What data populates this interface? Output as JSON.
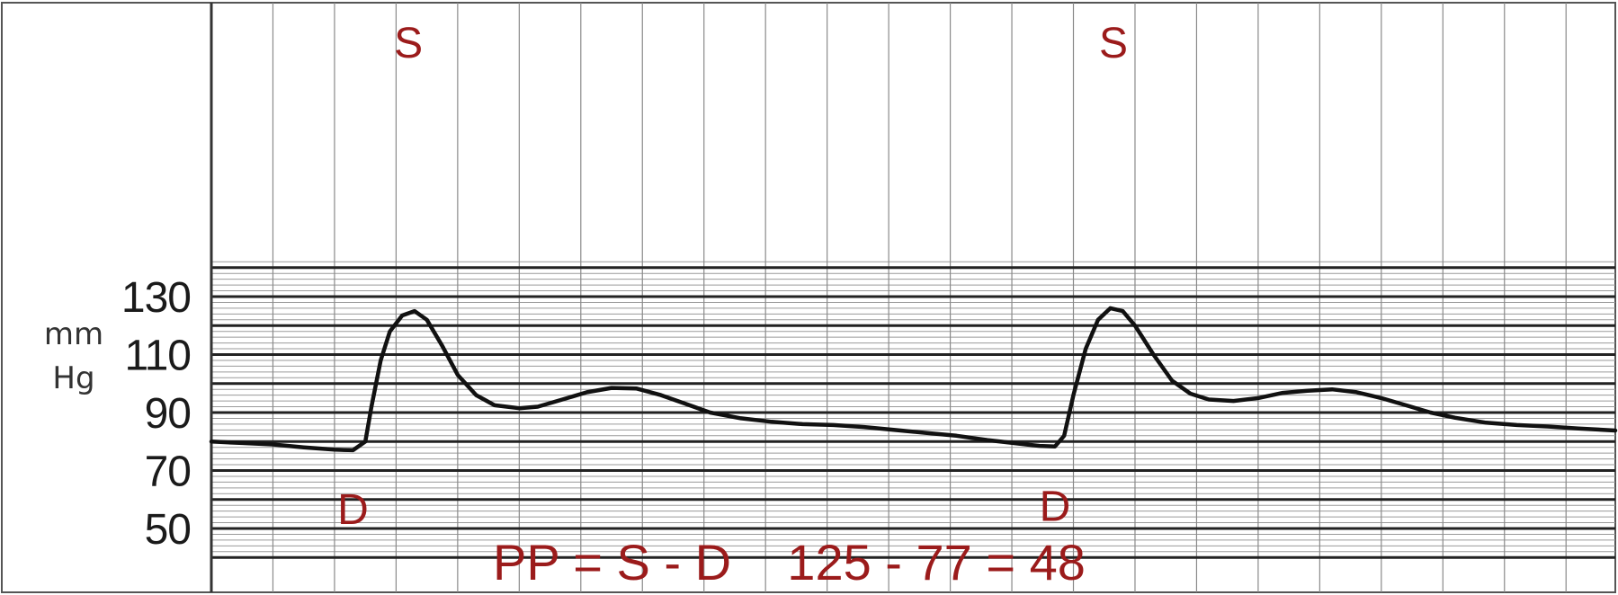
{
  "chart_data": {
    "type": "line",
    "title": "",
    "xlabel": "",
    "ylabel": "mm Hg",
    "ylabel_lines": [
      "mm",
      "Hg"
    ],
    "ylim": [
      40,
      140
    ],
    "yticks": [
      50,
      70,
      90,
      110,
      130
    ],
    "ytick_labels": [
      "130",
      "110",
      "90",
      "70",
      "50"
    ],
    "grid": true,
    "line_color": "#111111",
    "grid_color": "#222222",
    "annotation_color": "#9b1b1b",
    "series": [
      {
        "values": [
          [
            0.0,
            80.0
          ],
          [
            0.5,
            79.5
          ],
          [
            1.0,
            79.0
          ],
          [
            1.5,
            78.0
          ],
          [
            2.0,
            77.2
          ],
          [
            2.3,
            77.0
          ],
          [
            2.5,
            80.0
          ],
          [
            2.6,
            92.0
          ],
          [
            2.75,
            108.0
          ],
          [
            2.9,
            118.0
          ],
          [
            3.1,
            123.5
          ],
          [
            3.3,
            125.0
          ],
          [
            3.5,
            122.0
          ],
          [
            3.75,
            113.0
          ],
          [
            4.0,
            103.0
          ],
          [
            4.3,
            96.0
          ],
          [
            4.6,
            92.5
          ],
          [
            5.0,
            91.5
          ],
          [
            5.3,
            92.0
          ],
          [
            5.7,
            94.5
          ],
          [
            6.1,
            97.0
          ],
          [
            6.5,
            98.5
          ],
          [
            6.9,
            98.3
          ],
          [
            7.3,
            96.0
          ],
          [
            7.7,
            93.0
          ],
          [
            8.1,
            90.0
          ],
          [
            8.6,
            88.0
          ],
          [
            9.1,
            86.8
          ],
          [
            9.6,
            86.0
          ],
          [
            10.1,
            85.7
          ],
          [
            10.6,
            85.0
          ],
          [
            11.1,
            84.0
          ],
          [
            11.6,
            83.0
          ],
          [
            12.1,
            82.0
          ],
          [
            12.6,
            80.5
          ],
          [
            13.1,
            79.3
          ],
          [
            13.45,
            78.5
          ],
          [
            13.7,
            78.3
          ],
          [
            13.85,
            82.0
          ],
          [
            14.0,
            96.0
          ],
          [
            14.2,
            112.0
          ],
          [
            14.4,
            122.0
          ],
          [
            14.6,
            126.0
          ],
          [
            14.8,
            125.0
          ],
          [
            15.0,
            120.0
          ],
          [
            15.3,
            110.0
          ],
          [
            15.6,
            101.0
          ],
          [
            15.9,
            96.5
          ],
          [
            16.2,
            94.5
          ],
          [
            16.6,
            94.0
          ],
          [
            17.0,
            95.0
          ],
          [
            17.4,
            96.8
          ],
          [
            17.8,
            97.5
          ],
          [
            18.2,
            98.0
          ],
          [
            18.6,
            97.0
          ],
          [
            19.0,
            95.0
          ],
          [
            19.4,
            92.5
          ],
          [
            19.8,
            90.0
          ],
          [
            20.2,
            88.2
          ],
          [
            20.7,
            86.5
          ],
          [
            21.2,
            85.7
          ],
          [
            21.7,
            85.2
          ],
          [
            22.2,
            84.5
          ],
          [
            22.8,
            83.8
          ]
        ]
      }
    ],
    "annotations": [
      {
        "text": "S",
        "x": 3.2,
        "y": 125
      },
      {
        "text": "D",
        "x": 2.3,
        "y": 77
      },
      {
        "text": "S",
        "x": 14.65,
        "y": 126
      },
      {
        "text": "D",
        "x": 13.7,
        "y": 78
      }
    ],
    "formula": "PP = S - D    125 - 77 = 48"
  }
}
